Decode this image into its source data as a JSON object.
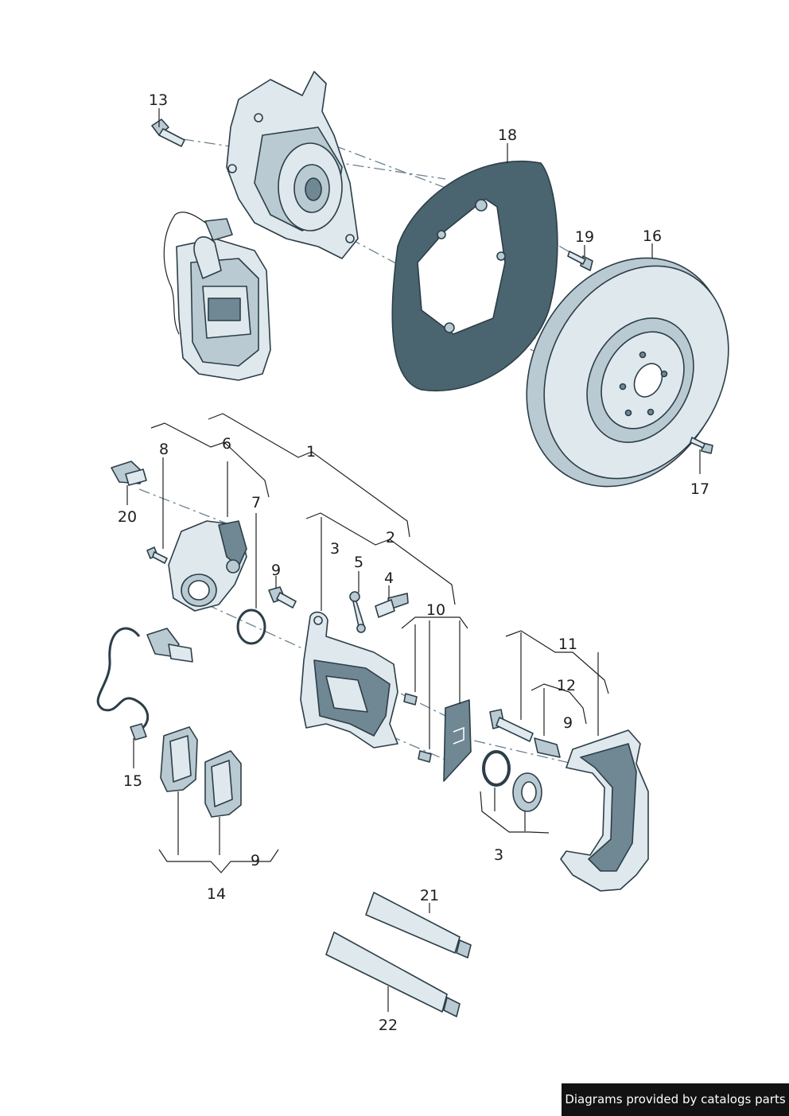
{
  "callouts": {
    "c1": "1",
    "c2": "2",
    "c3a": "3",
    "c3b": "3",
    "c4": "4",
    "c5": "5",
    "c6": "6",
    "c7": "7",
    "c8": "8",
    "c9a": "9",
    "c9b": "9",
    "c9c": "9",
    "c10": "10",
    "c11": "11",
    "c12": "12",
    "c13": "13",
    "c14": "14",
    "c15": "15",
    "c16": "16",
    "c17": "17",
    "c18": "18",
    "c19": "19",
    "c20": "20",
    "c21": "21",
    "c22": "22"
  },
  "footer": {
    "text": "Diagrams provided by catalogs parts"
  },
  "colors": {
    "part_light": "#dfe8ec",
    "part_mid": "#b9cad2",
    "part_dark": "#6f8894",
    "outline": "#2c3e48"
  }
}
